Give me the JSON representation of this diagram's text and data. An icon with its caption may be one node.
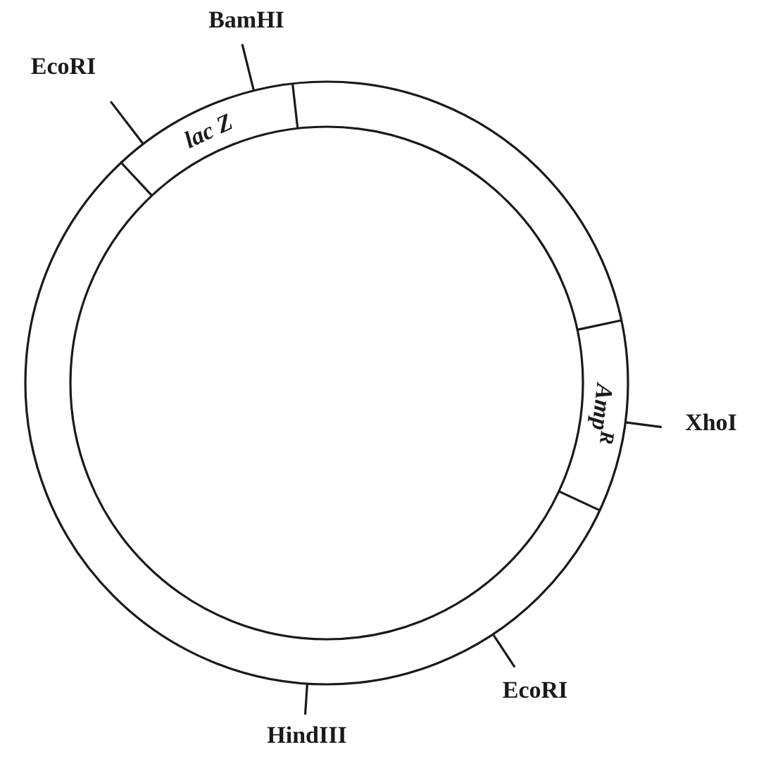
{
  "diagram": {
    "nodes": [
      {
        "text": [],
        "shape": "circle"
      },
      {
        "text": [
          "lac Z"
        ],
        "in": 0
      },
      {
        "text": [
          "Amp$^{R}$"
        ],
        "in": 0
      },
      {
        "text": [
          "EcoRI"
        ]
      },
      {
        "text": [
          "BamHI"
        ]
      },
      {
        "text": [
          "XhoI"
        ]
      },
      {
        "text": [
          "EcoRI"
        ]
      },
      {
        "text": [
          "HindIII"
        ]
      }
    ],
    "edges": [
      {
        "from": 3,
        "to": 0,
        "arrow": "none"
      },
      {
        "from": 4,
        "to": 0,
        "arrow": "none"
      },
      {
        "from": 5,
        "to": 0,
        "arrow": "none"
      },
      {
        "from": 6,
        "to": 0,
        "arrow": "none"
      },
      {
        "from": 7,
        "to": 0,
        "arrow": "none"
      }
    ]
  }
}
